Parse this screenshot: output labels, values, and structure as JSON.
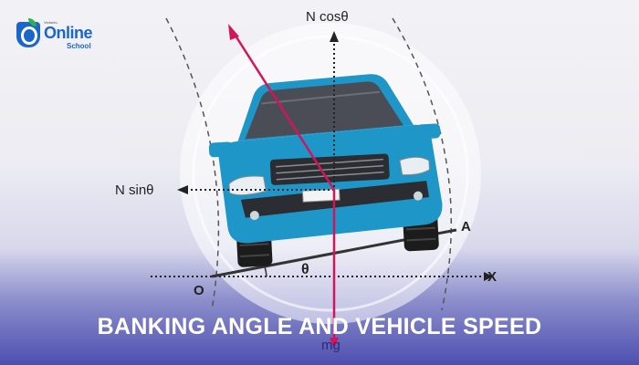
{
  "logo": {
    "tagline": "Vedantu",
    "word": "Online",
    "sub": "School"
  },
  "labels": {
    "n_cos": "N cosθ",
    "n_sin": "N sinθ",
    "mg": "mg",
    "theta": "θ",
    "point_a": "A",
    "point_o": "O",
    "point_x": "X"
  },
  "title": "BANKING ANGLE AND VEHICLE SPEED",
  "colors": {
    "car": "#1e96c8",
    "force": "#d4145a",
    "accent": "#4d4fb0"
  }
}
